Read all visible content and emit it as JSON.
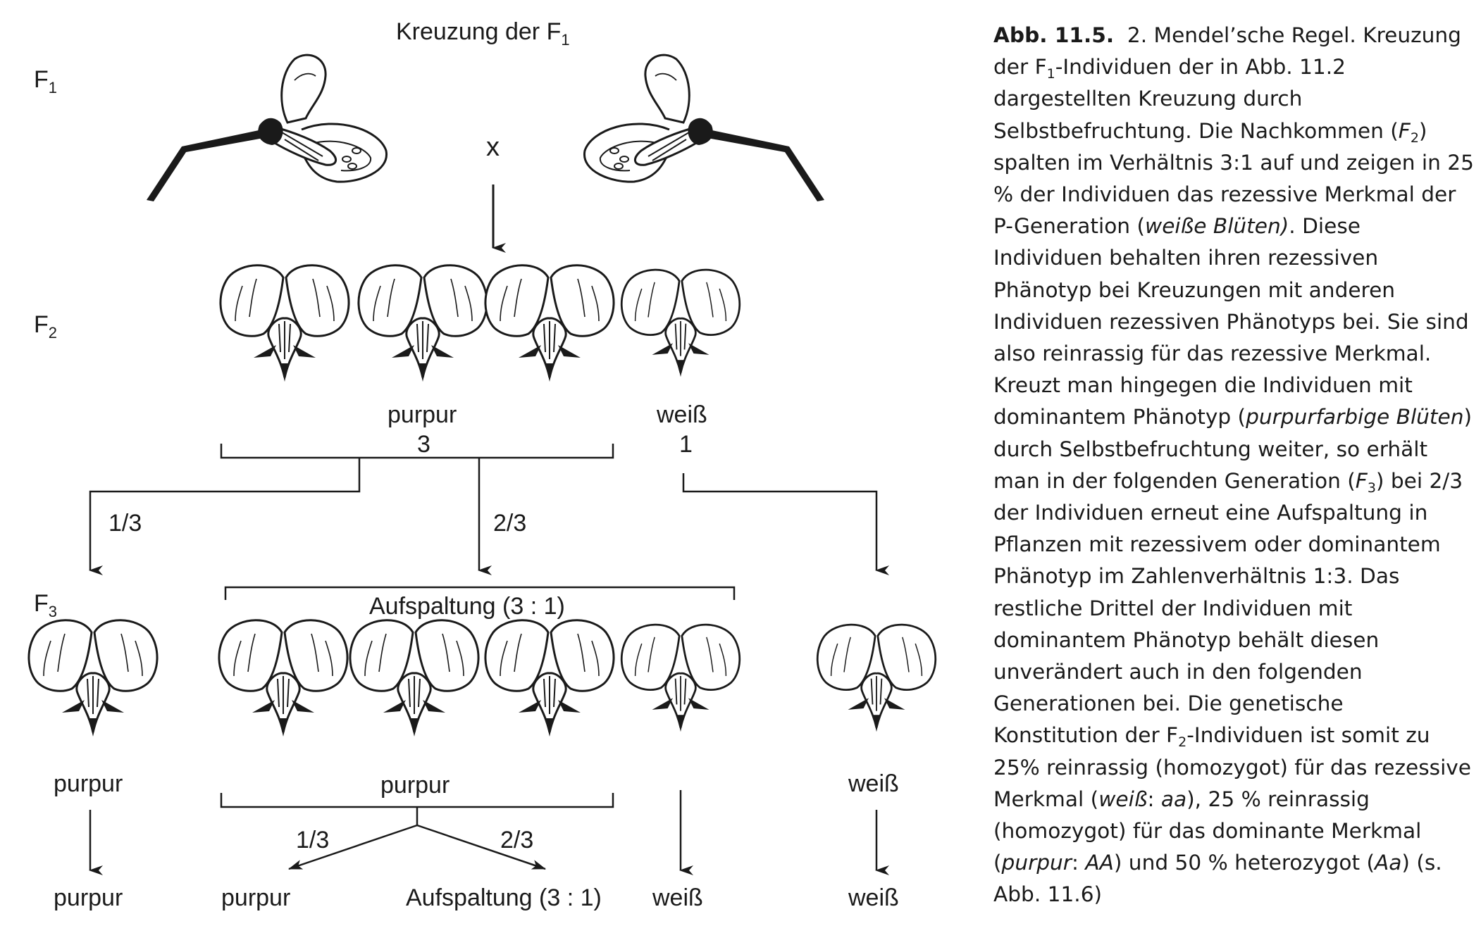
{
  "figure": {
    "top_title": "Kreuzung der F",
    "top_title_sub": "1",
    "cross_symbol": "x",
    "generations": {
      "f1": {
        "main": "F",
        "sub": "1"
      },
      "f2": {
        "main": "F",
        "sub": "2"
      },
      "f3": {
        "main": "F",
        "sub": "3"
      }
    },
    "f2": {
      "purpur_label": "purpur",
      "weiss_label": "weiß",
      "purpur_count": "3",
      "weiss_count": "1"
    },
    "branches": {
      "left_fraction": "1/3",
      "middle_fraction": "2/3"
    },
    "f3": {
      "aufspaltung_label": "Aufspaltung (3 : 1)",
      "left_label": "purpur",
      "middle_label": "purpur",
      "right_label": "weiß"
    },
    "bottom": {
      "fraction_left": "1/3",
      "fraction_right": "2/3",
      "col1": "purpur",
      "col2": "purpur",
      "col3": "Aufspaltung (3 : 1)",
      "col4": "weiß",
      "col5": "weiß"
    }
  },
  "caption": {
    "label": "Abb. 11.5.",
    "s1": "2. Mendel’sche Regel. Kreuzung der F",
    "s1_sub": "1",
    "s2": "-Individuen der in Abb. 11.2 dargestellten Kreuzung durch Selbstbefruchtung. Die Nachkommen (",
    "s2_italic": "F",
    "s2_sub": "2",
    "s3": ") spalten im Verhältnis 3:1 auf und zeigen in 25 % der Individuen das rezessive Merkmal der P-Generation (",
    "s3_italic": "weiße Blüten)",
    "s4": ". Diese Individuen behalten ihren rezessiven Phänotyp bei Kreuzungen mit anderen Individuen rezessiven Phänotyps bei. Sie sind also reinrassig für das rezessive Merkmal. Kreuzt man hingegen die Individuen mit dominantem Phänotyp (",
    "s4_italic": "purpurfarbige Blüten",
    "s5": ") durch Selbstbefruchtung weiter, so erhält man in der folgenden Generation (",
    "s5_italic": "F",
    "s5_sub": "3",
    "s6": ") bei 2/3 der Individuen erneut eine Aufspaltung in Pflanzen mit rezessivem oder dominantem Phänotyp im Zahlenverhältnis 1:3. Das restliche Drittel der Individuen mit dominantem Phänotyp behält diesen unverändert auch in den folgenden Generationen bei. Die genetische Konstitution der F",
    "s6_sub": "2",
    "s7": "-Individuen ist somit zu 25% reinrassig (homozygot) für das rezessive Merkmal (",
    "s7_italic": "weiß",
    "s8": ": ",
    "s8_italic": "aa",
    "s9": "), 25 % reinrassig (homozygot) für das dominante Merkmal (",
    "s9_italic": "purpur",
    "s10": ": ",
    "s10_italic": "AA",
    "s11": ") und 50 % heterozygot (",
    "s11_italic": "Aa",
    "s12": ") (s. Abb. 11.6)"
  }
}
